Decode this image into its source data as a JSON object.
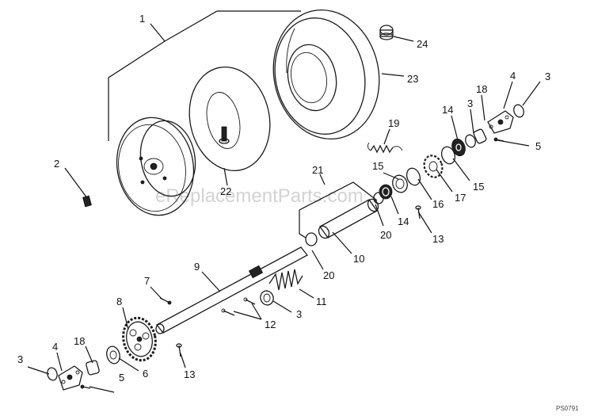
{
  "watermark": "eReplacementParts.com",
  "drawing_code": "PS0791",
  "callouts": [
    {
      "id": "label-1",
      "text": "1"
    },
    {
      "id": "label-2",
      "text": "2"
    },
    {
      "id": "label-3-top",
      "text": "3"
    },
    {
      "id": "label-3-topmid",
      "text": "3"
    },
    {
      "id": "label-3-mid",
      "text": "3"
    },
    {
      "id": "label-3-bottom",
      "text": "3"
    },
    {
      "id": "label-4-top",
      "text": "4"
    },
    {
      "id": "label-4-bottom",
      "text": "4"
    },
    {
      "id": "label-5-top",
      "text": "5"
    },
    {
      "id": "label-5-bottom",
      "text": "5"
    },
    {
      "id": "label-6",
      "text": "6"
    },
    {
      "id": "label-7",
      "text": "7"
    },
    {
      "id": "label-8",
      "text": "8"
    },
    {
      "id": "label-9",
      "text": "9"
    },
    {
      "id": "label-10",
      "text": "10"
    },
    {
      "id": "label-11",
      "text": "11"
    },
    {
      "id": "label-12",
      "text": "12"
    },
    {
      "id": "label-13-right",
      "text": "13"
    },
    {
      "id": "label-13-bottom",
      "text": "13"
    },
    {
      "id": "label-14-top",
      "text": "14"
    },
    {
      "id": "label-14-mid",
      "text": "14"
    },
    {
      "id": "label-15-left",
      "text": "15"
    },
    {
      "id": "label-15-right",
      "text": "15"
    },
    {
      "id": "label-16",
      "text": "16"
    },
    {
      "id": "label-17",
      "text": "17"
    },
    {
      "id": "label-18-top",
      "text": "18"
    },
    {
      "id": "label-18-bottom",
      "text": "18"
    },
    {
      "id": "label-19",
      "text": "19"
    },
    {
      "id": "label-20-right",
      "text": "20"
    },
    {
      "id": "label-20-left",
      "text": "20"
    },
    {
      "id": "label-21",
      "text": "21"
    },
    {
      "id": "label-22",
      "text": "22"
    },
    {
      "id": "label-23",
      "text": "23"
    },
    {
      "id": "label-24",
      "text": "24"
    }
  ]
}
